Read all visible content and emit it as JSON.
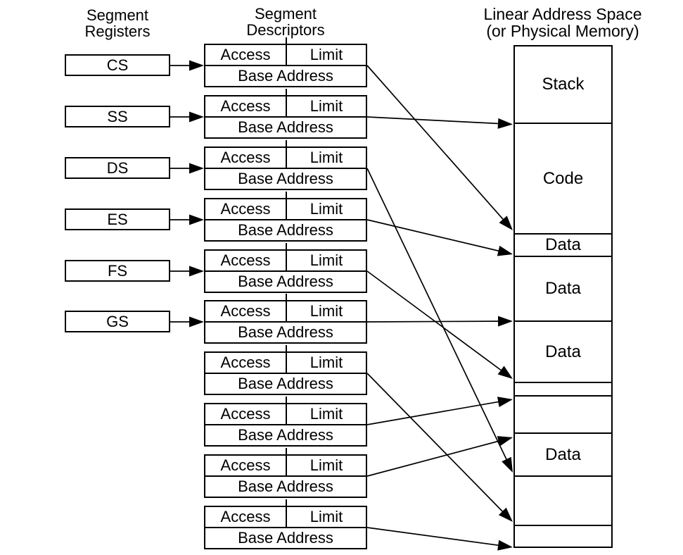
{
  "registers": {
    "header_line1": "Segment",
    "header_line2": "Registers",
    "items": [
      {
        "label": "CS"
      },
      {
        "label": "SS"
      },
      {
        "label": "DS"
      },
      {
        "label": "ES"
      },
      {
        "label": "FS"
      },
      {
        "label": "GS"
      }
    ]
  },
  "descriptors": {
    "header_line1": "Segment",
    "header_line2": "Descriptors",
    "count": 10,
    "cell_labels": {
      "access": "Access",
      "limit": "Limit",
      "base": "Base Address"
    }
  },
  "memory": {
    "header_line1": "Linear Address Space",
    "header_line2": "(or Physical Memory)",
    "segments": [
      {
        "label": "Stack"
      },
      {
        "label": "Code"
      },
      {
        "label": "Data"
      },
      {
        "label": "Data"
      },
      {
        "label": "Data"
      },
      {
        "label": ""
      },
      {
        "label": ""
      },
      {
        "label": "Data"
      },
      {
        "label": ""
      },
      {
        "label": ""
      }
    ]
  },
  "connections": {
    "register_to_descriptor": [
      {
        "register": "CS",
        "descriptor": 1
      },
      {
        "register": "SS",
        "descriptor": 2
      },
      {
        "register": "DS",
        "descriptor": 3
      },
      {
        "register": "ES",
        "descriptor": 4
      },
      {
        "register": "FS",
        "descriptor": 5
      },
      {
        "register": "GS",
        "descriptor": 6
      }
    ],
    "descriptor_to_segment": [
      {
        "descriptor": 1,
        "segment_index": 2,
        "segment_label": "Code"
      },
      {
        "descriptor": 2,
        "segment_index": 1,
        "segment_label": "Stack"
      },
      {
        "descriptor": 3,
        "segment_index": 8,
        "segment_label": "Data"
      },
      {
        "descriptor": 4,
        "segment_index": 3,
        "segment_label": "Data"
      },
      {
        "descriptor": 5,
        "segment_index": 5,
        "segment_label": "Data"
      },
      {
        "descriptor": 6,
        "segment_index": 4,
        "segment_label": "Data"
      },
      {
        "descriptor": 7,
        "segment_index": 9,
        "segment_label": ""
      },
      {
        "descriptor": 8,
        "segment_index": 6,
        "segment_label": ""
      },
      {
        "descriptor": 9,
        "segment_index": 7,
        "segment_label": ""
      },
      {
        "descriptor": 10,
        "segment_index": 10,
        "segment_label": ""
      }
    ]
  },
  "colors": {
    "ink": "#000000",
    "background": "#ffffff"
  }
}
